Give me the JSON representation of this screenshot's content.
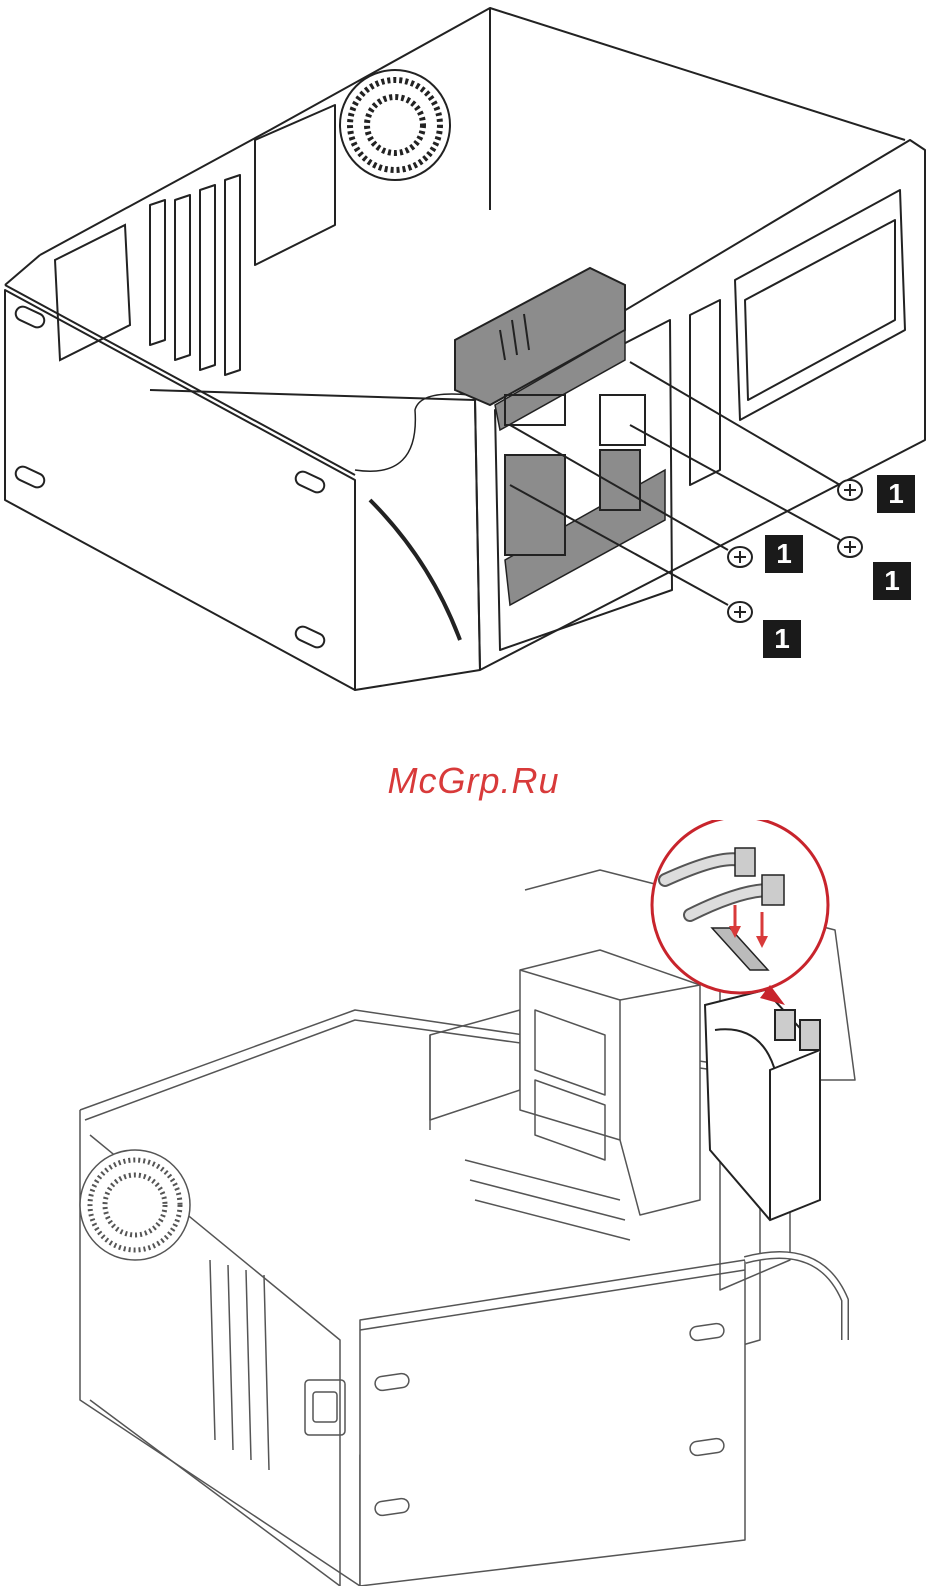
{
  "watermark": "McGrp.Ru",
  "callouts": [
    {
      "id": "c1",
      "label": "1"
    },
    {
      "id": "c2",
      "label": "1"
    },
    {
      "id": "c3",
      "label": "1"
    },
    {
      "id": "c4",
      "label": "1"
    }
  ],
  "colors": {
    "line": "#222222",
    "drive_fill": "#8c8c8c",
    "arrow": "#d83a3a",
    "magnifier": "#c8242c"
  }
}
